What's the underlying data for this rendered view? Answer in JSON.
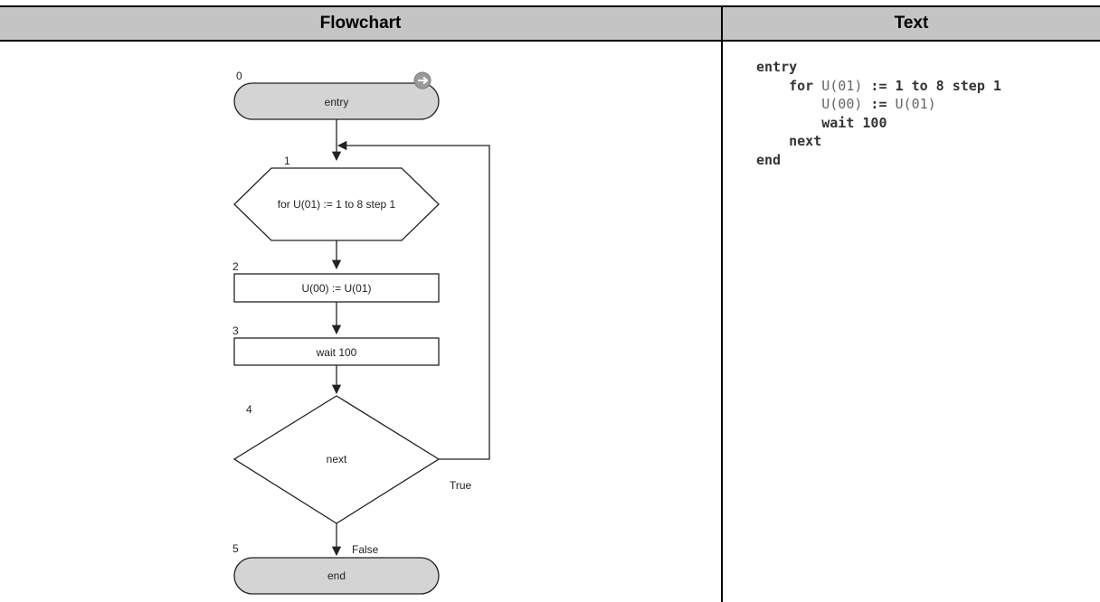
{
  "headers": {
    "flowchart": "Flowchart",
    "text": "Text"
  },
  "flowchart": {
    "nodes": [
      {
        "id": "0",
        "shape": "terminator",
        "label": "entry"
      },
      {
        "id": "1",
        "shape": "hexagon",
        "label": "for U(01) := 1 to 8 step 1"
      },
      {
        "id": "2",
        "shape": "process",
        "label": "U(00) := U(01)"
      },
      {
        "id": "3",
        "shape": "process",
        "label": "wait 100"
      },
      {
        "id": "4",
        "shape": "decision",
        "label": "next"
      },
      {
        "id": "5",
        "shape": "terminator",
        "label": "end"
      }
    ],
    "edges": [
      {
        "from": "0",
        "to": "1"
      },
      {
        "from": "1",
        "to": "2"
      },
      {
        "from": "2",
        "to": "3"
      },
      {
        "from": "3",
        "to": "4"
      },
      {
        "from": "4",
        "to": "1",
        "label": "True"
      },
      {
        "from": "4",
        "to": "5",
        "label": "False"
      }
    ],
    "start_icon": "arrow-circle-icon"
  },
  "code_text": {
    "lines": [
      {
        "indent": "",
        "parts": [
          {
            "t": "entry",
            "style": "kw"
          }
        ]
      },
      {
        "indent": "    ",
        "parts": [
          {
            "t": "for ",
            "style": "kw"
          },
          {
            "t": "U(01)",
            "style": "nm"
          },
          {
            "t": " := 1 to 8 step 1",
            "style": "kw"
          }
        ]
      },
      {
        "indent": "        ",
        "parts": [
          {
            "t": "U(00)",
            "style": "nm"
          },
          {
            "t": " := ",
            "style": "kw"
          },
          {
            "t": "U(01)",
            "style": "nm"
          }
        ]
      },
      {
        "indent": "        ",
        "parts": [
          {
            "t": "wait 100",
            "style": "kw"
          }
        ]
      },
      {
        "indent": "    ",
        "parts": [
          {
            "t": "next",
            "style": "kw"
          }
        ]
      },
      {
        "indent": "",
        "parts": [
          {
            "t": "end",
            "style": "kw"
          }
        ]
      }
    ]
  }
}
